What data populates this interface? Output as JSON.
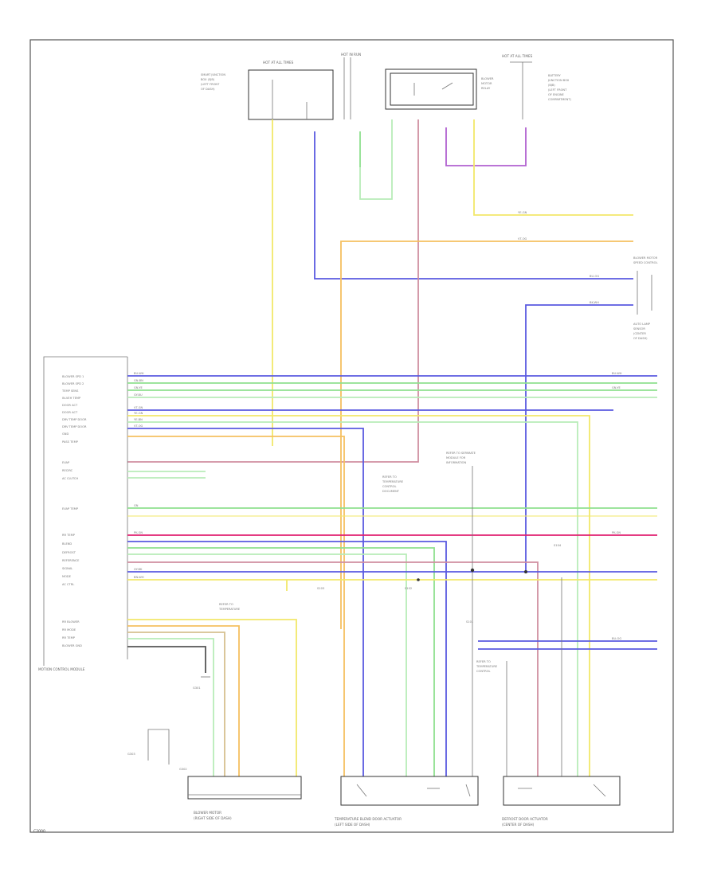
{
  "diagram": {
    "footer_code": "C2000",
    "module_block_label": "MOTION CONTROL MODULE",
    "fuse_block_labels": [
      "HOT AT ALL TIMES",
      "HOT IN RUN",
      "HOT AT ALL TIMES"
    ],
    "fuse_box_left": [
      "SMART JUNCTION",
      "BOX (SJB)",
      "(LEFT FRONT",
      "OF DASH)"
    ],
    "relay_label": [
      "BLOWER",
      "MOTOR",
      "RELAY"
    ],
    "battery_box_right": [
      "BATTERY",
      "JUNCTION BOX",
      "(BJB)",
      "(LEFT FRONT",
      "OF ENGINE",
      "COMPARTMENT)"
    ],
    "module_pins": [
      "BLOWER SPD 1",
      "BLOWER SPD 2",
      "TEMP SENS",
      "IN-VEH TEMP",
      "DOOR ACT",
      "DOOR ACT",
      "DRV TEMP DOOR",
      "DRV TEMP DOOR",
      "GND",
      "PASS TEMP",
      "EVAP",
      "RECIRC",
      "AC CLUTCH",
      "EVAP TEMP",
      "RR TEMP",
      "BLEND",
      "DEFROST",
      "REFERENCE",
      "SIGNAL",
      "MODE",
      "AC CTRL",
      "RR BLOWER",
      "RR MODE",
      "RR TEMP",
      "BLOWER GND"
    ],
    "wire_colors": [
      "BU-WH",
      "GN-BN",
      "GN-YE",
      "GY-BU",
      "VT-GN",
      "YE-GN",
      "YE-BN",
      "VT-OG",
      "PK-GN",
      "GN",
      "BN-WH",
      "GY-BK",
      "BU-OG",
      "BK-WH",
      "YE-WH"
    ],
    "right_component_label": [
      "BLOWER MOTOR",
      "SPEED CONTROL"
    ],
    "ambient_sensor_label": [
      "AUTO LAMP",
      "SENSOR",
      "(CENTER",
      "OF DASH)"
    ],
    "center_note_top": [
      "REFER TO SEPARATE",
      "MODULE FOR",
      "INFORMATION"
    ],
    "center_note_mid": [
      "REFER TO",
      "TEMPERATURE",
      "CONTROL",
      "DOCUMENT"
    ],
    "splice_labels": [
      "S101",
      "S102",
      "S103",
      "S104"
    ],
    "ground_labels": [
      "G301",
      "G302",
      "G303"
    ],
    "actuator_1_label": [
      "BLOWER MOTOR",
      "(RIGHT SIDE OF DASH)"
    ],
    "actuator_2_label": [
      "TEMPERATURE BLEND DOOR ACTUATOR",
      "(LEFT SIDE OF DASH)"
    ],
    "actuator_3_label": [
      "DEFROST DOOR ACTUATOR",
      "(CENTER OF DASH)"
    ],
    "colors": {
      "blue": "#5a5ae0",
      "green": "#8fe08f",
      "yellow": "#f2e86a",
      "orange": "#f5c060",
      "pink": "#d08fa0",
      "purple": "#b060d0",
      "magenta": "#e02070",
      "tan": "#d6c090",
      "lightgreen": "#b8ecb8"
    }
  }
}
